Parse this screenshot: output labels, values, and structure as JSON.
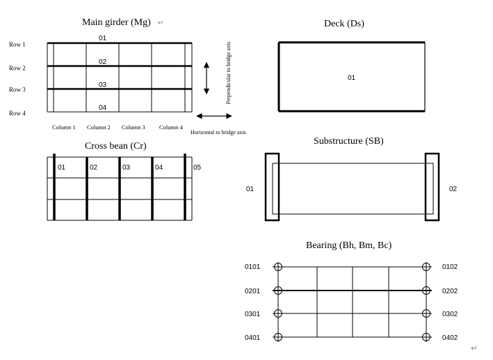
{
  "main_girder": {
    "title": "Main girder (Mg)",
    "girders": [
      "01",
      "02",
      "03",
      "04"
    ],
    "rows": [
      "Row 1",
      "Row 2",
      "Row 3",
      "Row 4"
    ],
    "columns": [
      "Column 1",
      "Column 2",
      "Column 3",
      "Column 4"
    ],
    "perpendicular_label": "Perpendicular to bridge axis",
    "horizontal_label": "Horizontal to bridge axis"
  },
  "deck": {
    "title": "Deck (Ds)",
    "label": "01"
  },
  "cross_beam": {
    "title": "Cross bean (Cr)",
    "labels": [
      "01",
      "02",
      "03",
      "04",
      "05"
    ]
  },
  "substructure": {
    "title": "Substructure (SB)",
    "left_label": "01",
    "right_label": "02"
  },
  "bearing": {
    "title": "Bearing (Bh, Bm, Bc)",
    "left_labels": [
      "0101",
      "0201",
      "0301",
      "0401"
    ],
    "right_labels": [
      "0102",
      "0202",
      "0302",
      "0402"
    ]
  },
  "paragraph_mark": "↵"
}
